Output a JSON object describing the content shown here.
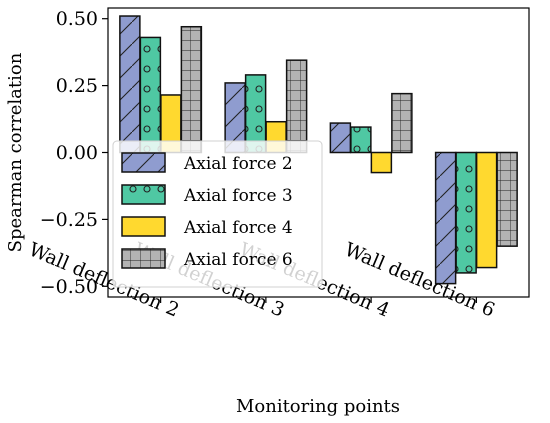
{
  "chart_data": {
    "type": "bar",
    "xlabel": "Monitoring points",
    "ylabel": "Spearman correlation",
    "ylim": [
      -0.54,
      0.54
    ],
    "yticks": [
      0.5,
      0.25,
      0.0,
      -0.25,
      -0.5
    ],
    "ytick_labels": [
      "0.50",
      "0.25",
      "0.00",
      "−0.25",
      "−0.50"
    ],
    "categories": [
      "Wall deflection 2",
      "Wall deflection 3",
      "Wall deflection 4",
      "Wall deflection 6"
    ],
    "series": [
      {
        "name": "Axial force 2",
        "values": [
          0.51,
          0.26,
          0.11,
          -0.49
        ],
        "color": "#8f9ccf",
        "pattern": "hatch-diagonal"
      },
      {
        "name": "Axial force 3",
        "values": [
          0.43,
          0.29,
          0.095,
          -0.45
        ],
        "color": "#4fc8a3",
        "pattern": "circles"
      },
      {
        "name": "Axial force 4",
        "values": [
          0.215,
          0.115,
          -0.075,
          -0.43
        ],
        "color": "#ffd92f",
        "pattern": "none"
      },
      {
        "name": "Axial force 6",
        "values": [
          0.47,
          0.345,
          0.22,
          -0.35
        ],
        "color": "#b3b3b3",
        "pattern": "grid"
      }
    ],
    "legend_position": "lower-left",
    "grid": false
  }
}
